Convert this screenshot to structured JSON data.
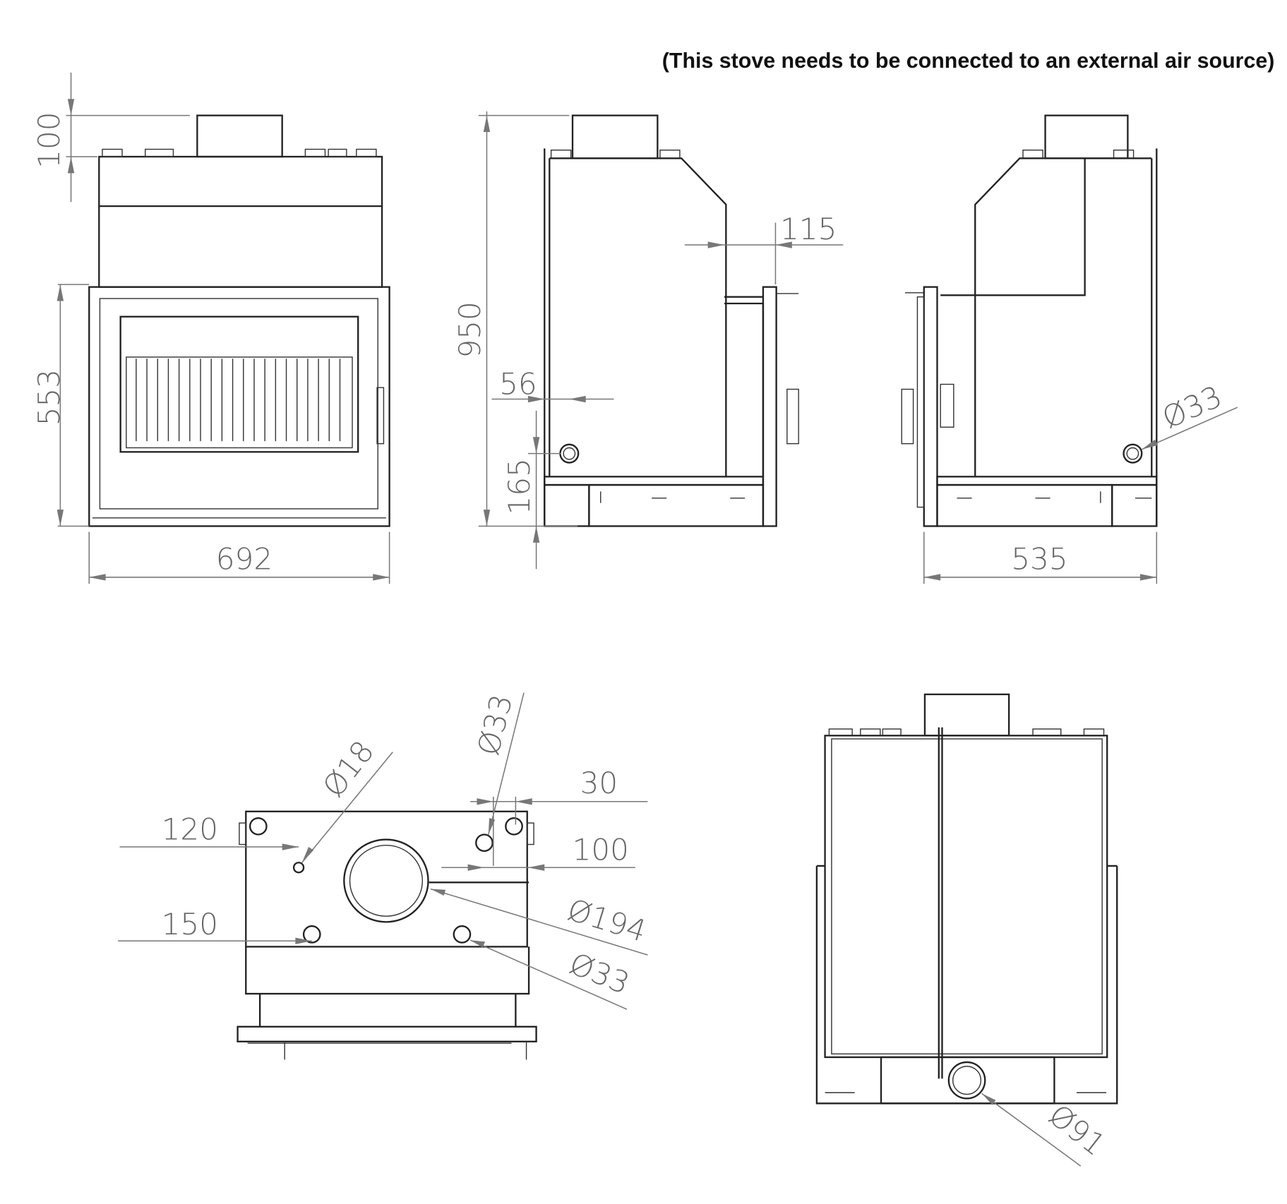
{
  "note": "(This stove needs to be connected to an external air source)",
  "views": {
    "front": {
      "dims": {
        "top": "100",
        "door_height": "553",
        "width": "692"
      }
    },
    "side_left": {
      "dims": {
        "height": "950",
        "door_offset": "115",
        "inlet_offset": "56",
        "inlet_height": "165"
      }
    },
    "side_right": {
      "dims": {
        "inlet_diameter": "Ø33",
        "depth": "535"
      }
    },
    "top": {
      "dims": {
        "d18": "Ø18",
        "d33_top": "Ø33",
        "x30": "30",
        "x120": "120",
        "x100": "100",
        "x150": "150",
        "d194": "Ø194",
        "d33_bottom": "Ø33"
      }
    },
    "rear": {
      "dims": {
        "d91": "Ø91"
      }
    }
  }
}
